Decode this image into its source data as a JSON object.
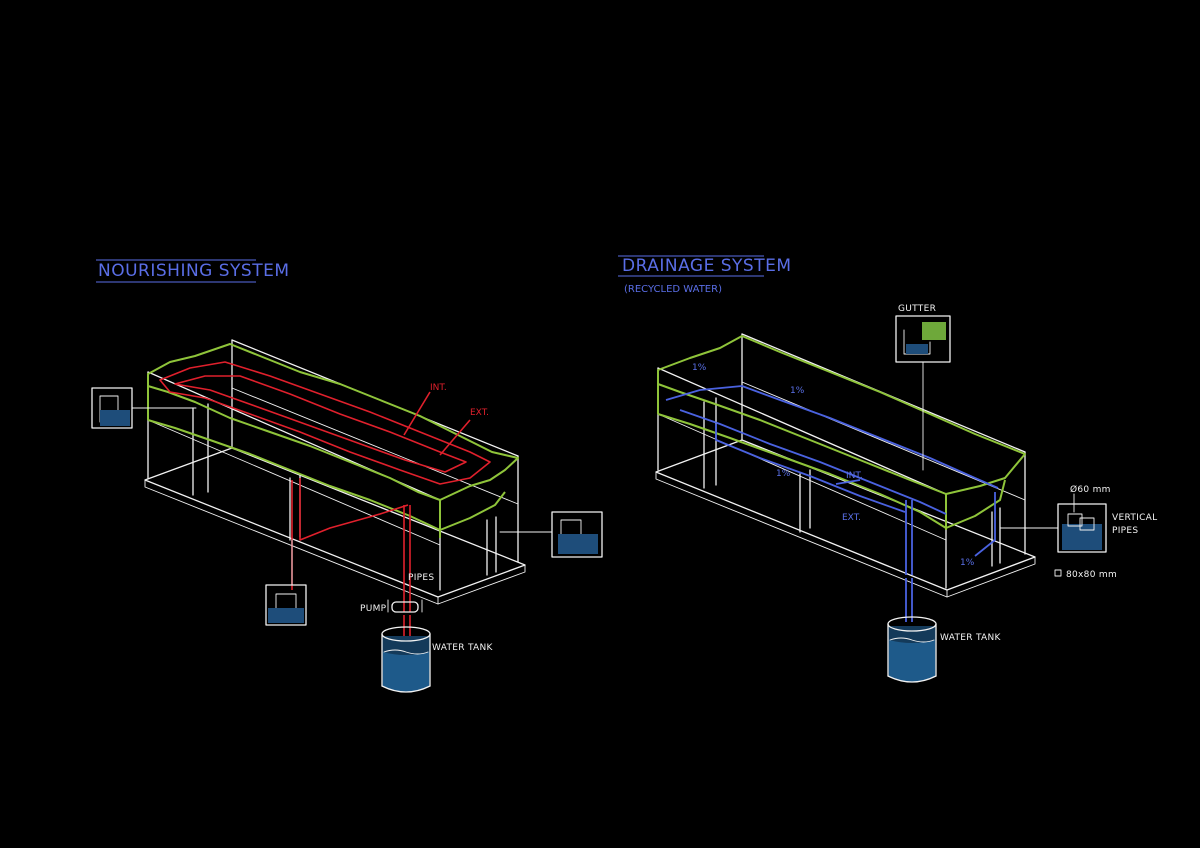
{
  "diagrams": [
    {
      "title": "NOURISHING SYSTEM",
      "labels": {
        "interior": "INT.",
        "exterior": "EXT.",
        "pipes": "PIPES",
        "pump": "PUMP",
        "water_tank": "WATER TANK"
      }
    },
    {
      "title": "DRAINAGE SYSTEM",
      "subtitle": "(RECYCLED WATER)",
      "labels": {
        "gutter": "GUTTER",
        "slope_1": "1%",
        "slope_2": "1%",
        "slope_3": "1%",
        "slope_4": "1%",
        "interior": "INT.",
        "exterior": "EXT.",
        "diameter": "Ø60 mm",
        "vertical_pipes_line1": "VERTICAL",
        "vertical_pipes_line2": "PIPES",
        "section_size": "80x80 mm",
        "water_tank": "WATER TANK"
      }
    }
  ],
  "colors": {
    "background": "#000000",
    "outline": "#f2f2f2",
    "planter": "#8fc43a",
    "nourishing_flow": "#e0202c",
    "drainage_flow": "#4a62e0",
    "title": "#5a6ee6"
  }
}
